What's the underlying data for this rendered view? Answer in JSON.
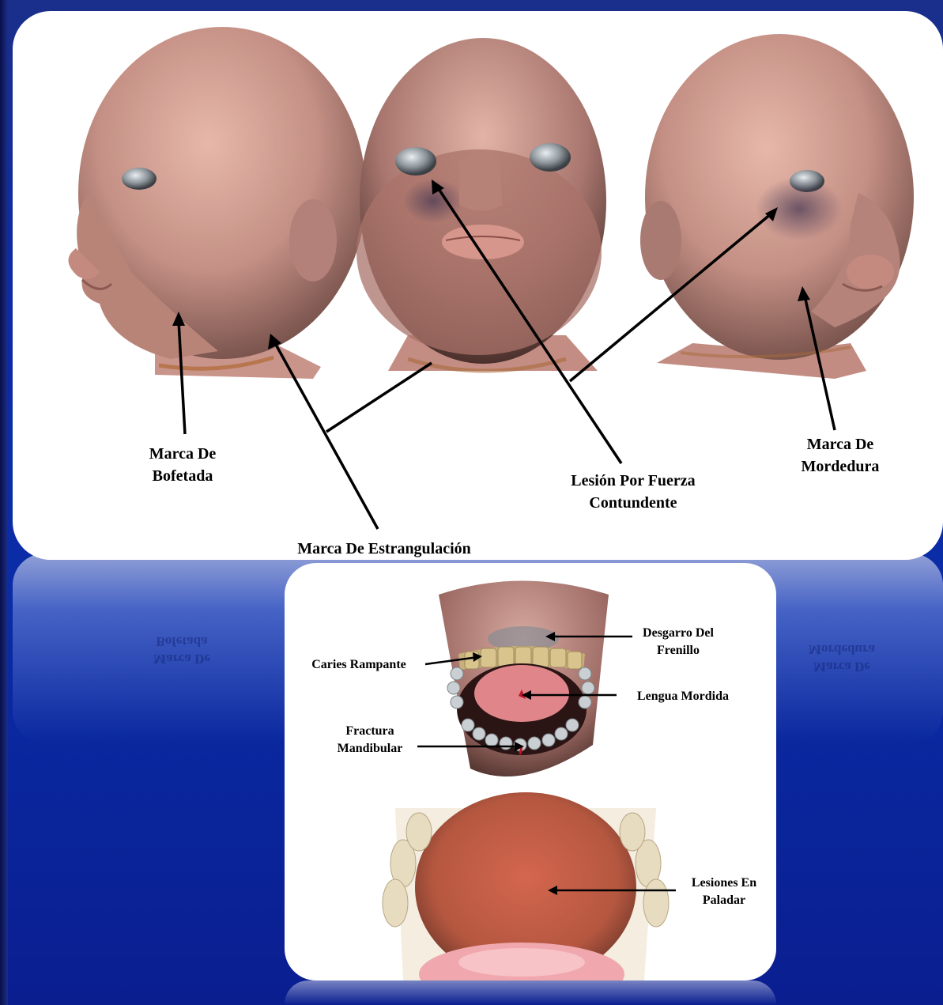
{
  "faces": {
    "labels": {
      "slap": [
        "Marca De",
        "Bofetada"
      ],
      "strangulation": "Marca De Estrangulación",
      "blunt": [
        "Lesión Por Fuerza",
        "Contundente"
      ],
      "bite": [
        "Marca De",
        "Mordedura"
      ]
    }
  },
  "mouth": {
    "labels": {
      "frenulum": [
        "Desgarro Del",
        "Frenillo"
      ],
      "caries": "Caries Rampante",
      "tongue": "Lengua Mordida",
      "fracture": [
        "Fractura",
        "Mandibular"
      ],
      "palate": [
        "Lesiones En",
        "Paladar"
      ]
    }
  },
  "colors": {
    "background": "#0a2ca6",
    "panel": "#ffffff",
    "skin": "#c9948a",
    "text": "#000000"
  }
}
